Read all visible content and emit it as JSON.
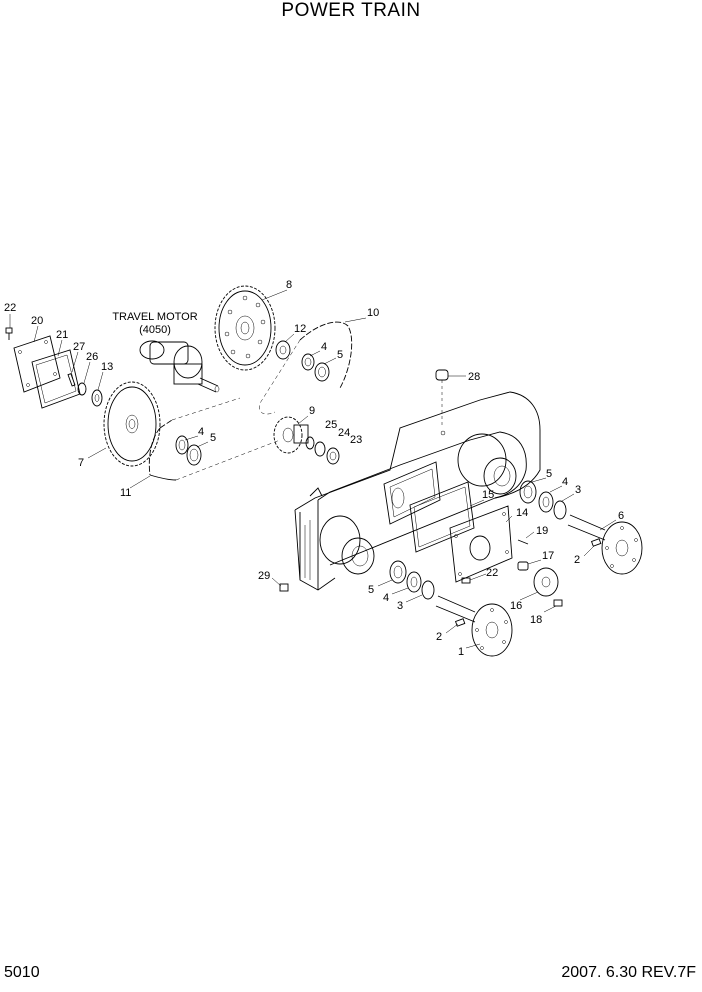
{
  "title": "POWER TRAIN",
  "page_number": "5010",
  "revision": "2007. 6.30  REV.7F",
  "motor_label": {
    "line1": "TRAVEL MOTOR",
    "line2": "(4050)"
  },
  "callouts": [
    {
      "id": "c22a",
      "text": "22"
    },
    {
      "id": "c20",
      "text": "20"
    },
    {
      "id": "c21",
      "text": "21"
    },
    {
      "id": "c27",
      "text": "27"
    },
    {
      "id": "c26",
      "text": "26"
    },
    {
      "id": "c13",
      "text": "13"
    },
    {
      "id": "c8",
      "text": "8"
    },
    {
      "id": "c10",
      "text": "10"
    },
    {
      "id": "c12",
      "text": "12"
    },
    {
      "id": "c4a",
      "text": "4"
    },
    {
      "id": "c5a",
      "text": "5"
    },
    {
      "id": "c28",
      "text": "28"
    },
    {
      "id": "c9",
      "text": "9"
    },
    {
      "id": "c25",
      "text": "25"
    },
    {
      "id": "c24",
      "text": "24"
    },
    {
      "id": "c23",
      "text": "23"
    },
    {
      "id": "c4b",
      "text": "4"
    },
    {
      "id": "c5b",
      "text": "5"
    },
    {
      "id": "c7",
      "text": "7"
    },
    {
      "id": "c11",
      "text": "11"
    },
    {
      "id": "c5c",
      "text": "5"
    },
    {
      "id": "c4c",
      "text": "4"
    },
    {
      "id": "c3a",
      "text": "3"
    },
    {
      "id": "c15",
      "text": "15"
    },
    {
      "id": "c14",
      "text": "14"
    },
    {
      "id": "c6",
      "text": "6"
    },
    {
      "id": "c19",
      "text": "19"
    },
    {
      "id": "c2a",
      "text": "2"
    },
    {
      "id": "c17",
      "text": "17"
    },
    {
      "id": "c22b",
      "text": "22"
    },
    {
      "id": "c29",
      "text": "29"
    },
    {
      "id": "c5d",
      "text": "5"
    },
    {
      "id": "c4d",
      "text": "4"
    },
    {
      "id": "c3b",
      "text": "3"
    },
    {
      "id": "c16",
      "text": "16"
    },
    {
      "id": "c18",
      "text": "18"
    },
    {
      "id": "c2b",
      "text": "2"
    },
    {
      "id": "c1",
      "text": "1"
    }
  ]
}
